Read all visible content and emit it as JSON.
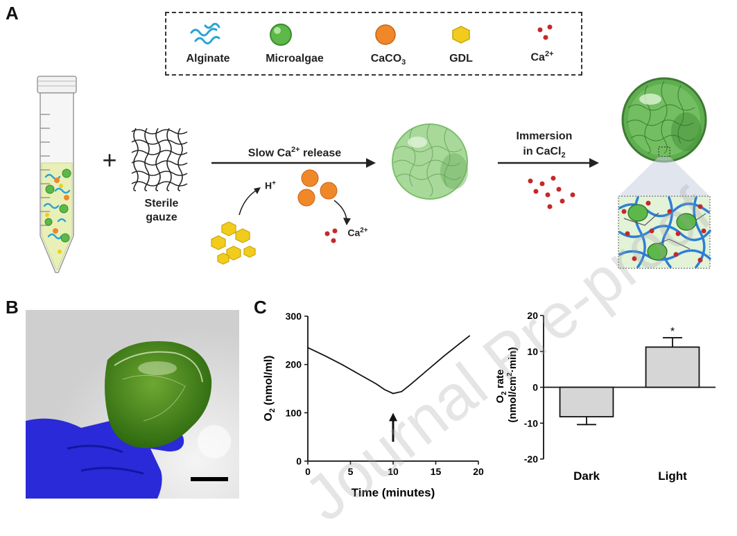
{
  "panels": {
    "a": "A",
    "b": "B",
    "c": "C"
  },
  "legend": {
    "alginate": "Alginate",
    "microalgae": "Microalgae",
    "caco3_base": "CaCO",
    "caco3_sub": "3",
    "gdl": "GDL",
    "ca_base": "Ca",
    "ca_sup": "2+"
  },
  "scheme": {
    "plus": "+",
    "gauze_line1": "Sterile",
    "gauze_line2": "gauze",
    "slow_release_pre": "Slow Ca",
    "slow_release_sup": "2+",
    "slow_release_post": " release",
    "h_base": "H",
    "h_sup": "+",
    "ca_base": "Ca",
    "ca_sup": "2+",
    "immersion_line1": "Immersion",
    "immersion_line2_base": "in CaCl",
    "immersion_line2_sub": "2"
  },
  "colors": {
    "alginate": "#29a3d6",
    "microalgae": "#5cb848",
    "caco3": "#f0882a",
    "gdl": "#f2cc1c",
    "ca": "#c62828",
    "hydrogel": "#a8d89a",
    "glove": "#2a2ad8",
    "bar_fill": "#d6d6d6"
  },
  "watermark": "Journal Pre-proof",
  "chart_data": [
    {
      "type": "line",
      "xlabel": "Time (minutes)",
      "ylabel_base": "O",
      "ylabel_sub": "2",
      "ylabel_rest": " (nmol/ml)",
      "xlim": [
        0,
        20
      ],
      "ylim": [
        0,
        300
      ],
      "xticks": [
        0,
        5,
        10,
        15,
        20
      ],
      "yticks": [
        0,
        100,
        200,
        300
      ],
      "x": [
        0,
        2,
        4,
        6,
        8,
        9,
        10,
        11,
        12,
        14,
        16,
        18,
        19
      ],
      "y": [
        235,
        218,
        200,
        180,
        160,
        148,
        140,
        144,
        158,
        188,
        218,
        246,
        260
      ],
      "annotation": {
        "type": "arrow-up",
        "x": 10,
        "y_from": 40,
        "y_to": 100
      },
      "grid": false
    },
    {
      "type": "bar",
      "categories": [
        "Dark",
        "Light"
      ],
      "values": [
        -8.2,
        11.2
      ],
      "errors": [
        2.2,
        2.6
      ],
      "ylabel_line1_base": "O",
      "ylabel_line1_sub": "2",
      "ylabel_line1_rest": " rate",
      "ylabel_line2_base": "(nmol/cm",
      "ylabel_line2_sup": "2",
      "ylabel_line2_rest": "·min)",
      "ylim": [
        -20,
        20
      ],
      "yticks": [
        -20,
        -10,
        0,
        10,
        20
      ],
      "significance": [
        "",
        "*"
      ],
      "grid": false
    }
  ]
}
